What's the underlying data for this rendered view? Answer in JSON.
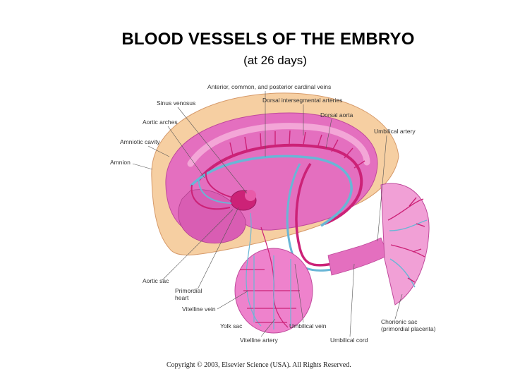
{
  "title": "BLOOD VESSELS OF THE EMBRYO",
  "subtitle": "(at 26 days)",
  "labels": {
    "cardinal_veins": "Anterior, common, and posterior cardinal veins",
    "sinus_venosus": "Sinus venosus",
    "dorsal_intersegmental_arteries": "Dorsal intersegmental arteries",
    "dorsal_aorta": "Dorsal aorta",
    "aortic_arches": "Aortic arches",
    "umbilical_artery": "Umbilical artery",
    "amniotic_cavity": "Amniotic cavity",
    "amnion": "Amnion",
    "aortic_sac": "Aortic sac",
    "primordial_heart_1": "Primordial",
    "primordial_heart_2": "heart",
    "vitelline_vein": "Vitelline vein",
    "yolk_sac": "Yolk sac",
    "umbilical_vein": "Umbilical vein",
    "vitelline_artery": "Vitelline artery",
    "umbilical_cord": "Umbilical cord",
    "chorionic_sac_1": "Chorionic sac",
    "chorionic_sac_2": "(primordial placenta)"
  },
  "copyright": "Copyright © 2003, Elsevier Science (USA). All Rights Reserved.",
  "colors": {
    "body_pink": "#e46fbf",
    "amnion_tan": "#f6cfa2",
    "artery_red": "#cc2277",
    "vein_blue": "#69b6d6",
    "yolk_pink": "#ee82cc"
  }
}
